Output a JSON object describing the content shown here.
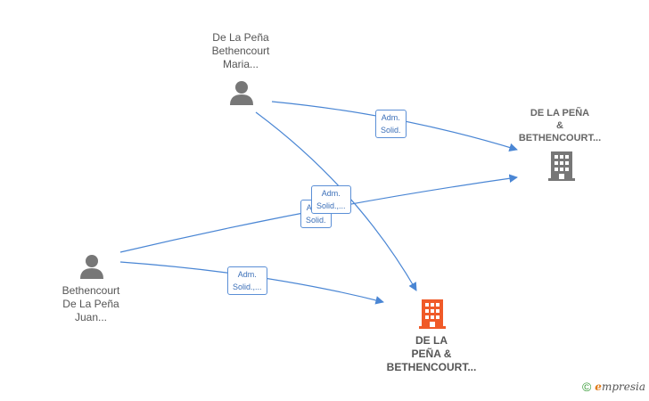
{
  "nodes": {
    "person_maria": {
      "label_lines": [
        "De La Peña",
        "Bethencourt",
        "Maria..."
      ],
      "icon": "person-icon"
    },
    "person_juan": {
      "label_lines": [
        "Bethencourt",
        "De La Peña",
        "Juan..."
      ],
      "icon": "person-icon"
    },
    "company_right": {
      "label_lines": [
        "DE LA PEÑA",
        "&",
        "BETHENCOURT..."
      ],
      "icon": "building-icon",
      "color": "#777777"
    },
    "company_bottom": {
      "label_lines": [
        "DE LA",
        "PEÑA &",
        "BETHENCOURT..."
      ],
      "icon": "building-icon",
      "color": "#f05a28"
    }
  },
  "edges": [
    {
      "from": "person_maria",
      "to": "company_right",
      "label_lines": [
        "Adm.",
        "Solid."
      ]
    },
    {
      "from": "person_maria",
      "to": "company_bottom",
      "label_lines": [
        "Adm.",
        "Solid.,..."
      ]
    },
    {
      "from": "person_juan",
      "to": "company_right",
      "label_lines": [
        "Adm.",
        "Solid."
      ]
    },
    {
      "from": "person_juan",
      "to": "company_bottom",
      "label_lines": [
        "Adm.",
        "Solid.,..."
      ]
    }
  ],
  "edge_color": "#4a86d4",
  "footer": {
    "copyright": "©",
    "brand_initial": "e",
    "brand_rest": "mpresia"
  }
}
